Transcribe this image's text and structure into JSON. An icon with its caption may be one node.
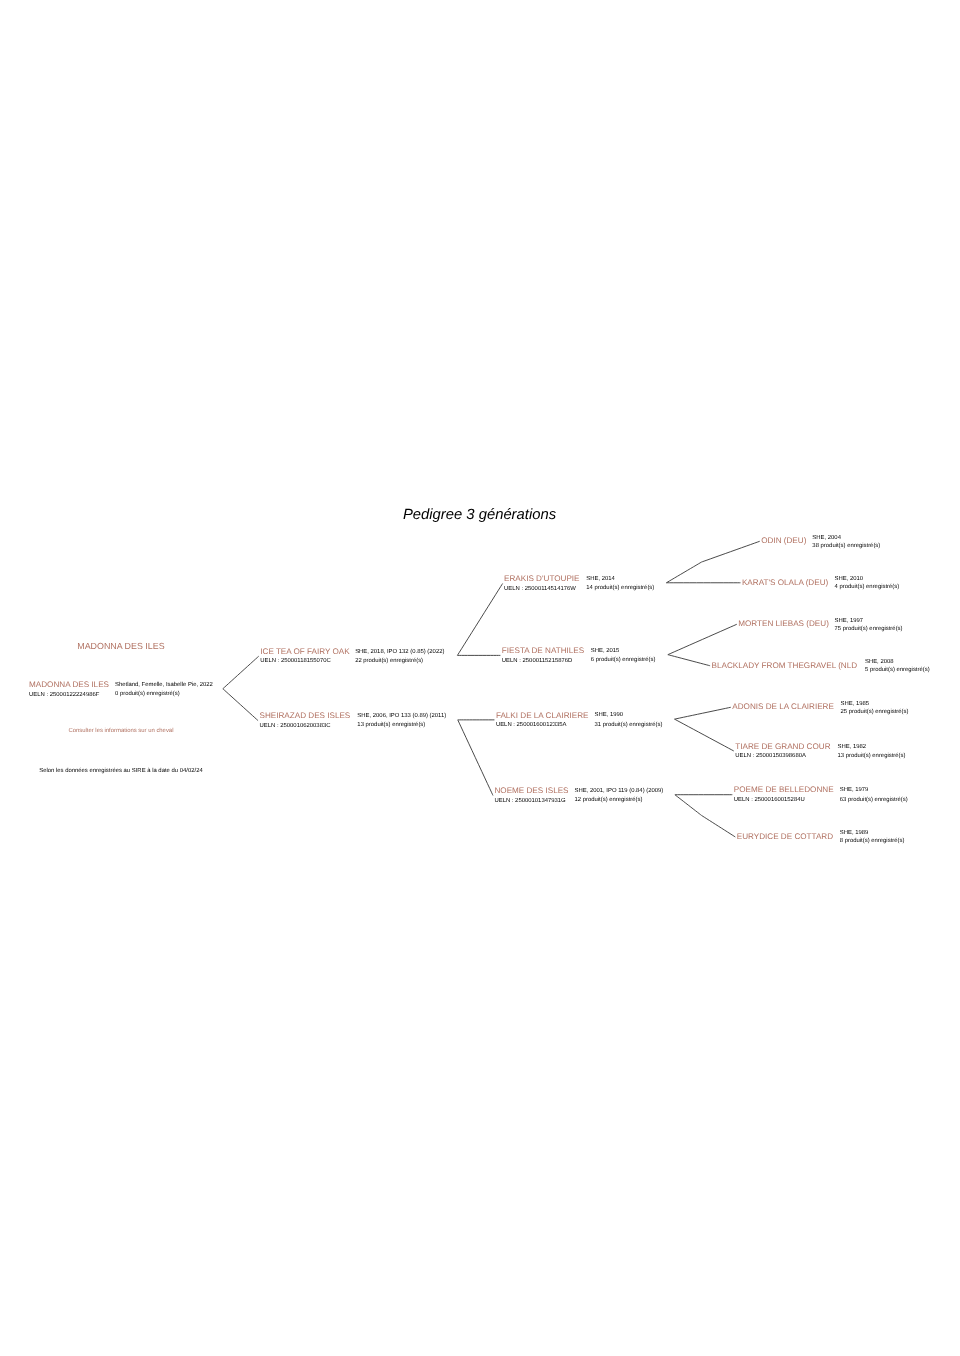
{
  "diagram": {
    "title": "Pedigree 3 générations",
    "nodes": [
      {
        "text": [
          "ODIN (DEU)"
        ],
        "beside": [
          "SHE, 2004",
          "38 produit(s) enregistré(s)"
        ]
      },
      {
        "text": [
          "ERAKIS D'UTOUPIE",
          "UELN : 25000114514176W"
        ],
        "beside": [
          "SHE, 2014",
          "14 produit(s) enregistré(s)"
        ]
      },
      {
        "text": [
          "KARAT'S OLALA (DEU)"
        ],
        "beside": [
          "SHE, 2010",
          "4 produit(s) enregistré(s)"
        ]
      },
      {
        "text": [
          "ICE TEA OF FAIRY OAK",
          "UELN : 25000118155070C"
        ],
        "beside": [
          "SHE, 2018, IPO 132 (0.85) (2022)",
          "22 produit(s) enregistré(s)"
        ]
      },
      {
        "text": [
          "MORTEN LIEBAS (DEU)"
        ],
        "beside": [
          "SHE, 1997",
          "75 produit(s) enregistré(s)"
        ]
      },
      {
        "text": [
          "FIESTA DE NATHILES",
          "UELN : 25000115215876D"
        ],
        "beside": [
          "SHE, 2015",
          "6 produit(s) enregistré(s)"
        ]
      },
      {
        "text": [
          "BLACKLADY FROM THEGRAVEL (NLD"
        ],
        "beside": [
          "SHE, 2008",
          "5 produit(s) enregistré(s)"
        ]
      },
      {
        "text": [
          "MADONNA DES ILES",
          "UELN : 25000122224986F"
        ],
        "beside": [
          "Shetland, Femelle, Isabelle Pie, 2022",
          "0 produit(s) enregistré(s)"
        ]
      },
      {
        "text": [
          "ADONIS DE LA CLAIRIERE"
        ],
        "beside": [
          "SHE, 1985",
          "25 produit(s) enregistré(s)"
        ]
      },
      {
        "text": [
          "FALKI DE LA CLAIRIERE",
          "UELN : 25000160012335A"
        ],
        "beside": [
          "SHE, 1990",
          "31 produit(s) enregistré(s)"
        ]
      },
      {
        "text": [
          "TIARE DE GRAND COUR",
          "UELN : 25000150398680A"
        ],
        "beside": [
          "SHE, 1982",
          "13 produit(s) enregistré(s)"
        ]
      },
      {
        "text": [
          "SHEIRAZAD DES ISLES",
          "UELN : 25000106200383C"
        ],
        "beside": [
          "SHE, 2006, IPO 133 (0.89) (2011)",
          "13 produit(s) enregistré(s)"
        ]
      },
      {
        "text": [
          "POEME DE BELLEDONNE",
          "UELN : 25000160015284U"
        ],
        "beside": [
          "SHE, 1979",
          "63 produit(s) enregistré(s)"
        ]
      },
      {
        "text": [
          "NOEME DES ISLES",
          "UELN : 25000101347931G"
        ],
        "beside": [
          "SHE, 2001, IPO 119 (0.84) (2009)",
          "12 produit(s) enregistré(s)"
        ]
      },
      {
        "text": [
          "EURYDICE DE COTTARD"
        ],
        "beside": [
          "SHE, 1989",
          "8 produit(s) enregistré(s)"
        ]
      }
    ],
    "edges": [
      {
        "from": 7,
        "to": 3,
        "arrow": "none"
      },
      {
        "from": 7,
        "to": 11,
        "arrow": "none"
      },
      {
        "from": 3,
        "to": 1,
        "arrow": "none"
      },
      {
        "from": 3,
        "to": 5,
        "arrow": "none"
      },
      {
        "from": 1,
        "to": 0,
        "arrow": "none"
      },
      {
        "from": 1,
        "to": 2,
        "arrow": "none"
      },
      {
        "from": 5,
        "to": 4,
        "arrow": "none"
      },
      {
        "from": 5,
        "to": 6,
        "arrow": "none"
      },
      {
        "from": 11,
        "to": 9,
        "arrow": "none"
      },
      {
        "from": 11,
        "to": 13,
        "arrow": "none"
      },
      {
        "from": 9,
        "to": 8,
        "arrow": "none"
      },
      {
        "from": 9,
        "to": 10,
        "arrow": "none"
      },
      {
        "from": 13,
        "to": 12,
        "arrow": "none"
      },
      {
        "from": 13,
        "to": 14,
        "arrow": "none"
      }
    ],
    "labels": [
      "MADONNA DES ILES",
      "Consulter les informations sur un cheval",
      "Selon les données enregistrées au SIRE à la date du 04/02/24"
    ]
  }
}
